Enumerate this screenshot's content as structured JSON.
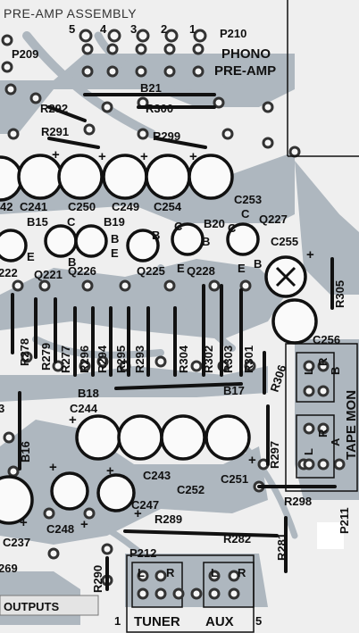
{
  "header": {
    "title": "PRE-AMP ASSEMBLY"
  },
  "connectors": {
    "p210": {
      "label": "P210",
      "pins": [
        "5",
        "4",
        "3",
        "2",
        "1"
      ]
    },
    "p209": {
      "label": "P209"
    },
    "p211": {
      "label": "P211"
    },
    "p212": {
      "label": "P212"
    }
  },
  "section_titles": {
    "phono_line1": "PHONO",
    "phono_line2": "PRE-AMP",
    "tape_mon": "TAPE MON",
    "tuner": "TUNER",
    "aux": "AUX",
    "outputs": "OUTPUTS"
  },
  "jack_labels": {
    "tape_l_top": "L",
    "tape_r_top": "R",
    "tape_b": "B",
    "tape_l_bottom": "L",
    "tape_r_bottom": "R",
    "tape_a": "A",
    "tuner_l": "L",
    "tuner_r": "R",
    "aux_l": "L",
    "aux_r": "R",
    "pin_1": "1",
    "pin_5": "5"
  },
  "resistors": [
    "R292",
    "R300",
    "R291",
    "R299",
    "R305",
    "R278",
    "R279",
    "R277",
    "R296",
    "R294",
    "R295",
    "R293",
    "R304",
    "R302",
    "R303",
    "R301",
    "R306",
    "R297",
    "R298",
    "R289",
    "R282",
    "R281",
    "R290",
    "269"
  ],
  "capacitors": [
    "C253",
    "42",
    "C241",
    "C250",
    "C249",
    "C254",
    "C255",
    "C256",
    "C244",
    "C243",
    "C252",
    "C251",
    "C247",
    "C248",
    "C237"
  ],
  "transistors": [
    "Q227",
    "222",
    "Q221",
    "Q226",
    "Q225",
    "Q228"
  ],
  "jumpers": [
    "B21",
    "B15",
    "B19",
    "B20",
    "B18",
    "B17",
    "B16",
    "3"
  ],
  "pin_letters": [
    "C",
    "C",
    "B",
    "E",
    "E",
    "B",
    "B",
    "C",
    "E",
    "B",
    "C",
    "E",
    "B"
  ],
  "polarity": [
    "+",
    "+",
    "+",
    "+",
    "+",
    "+",
    "+",
    "+",
    "+",
    "+",
    "+",
    "+"
  ]
}
